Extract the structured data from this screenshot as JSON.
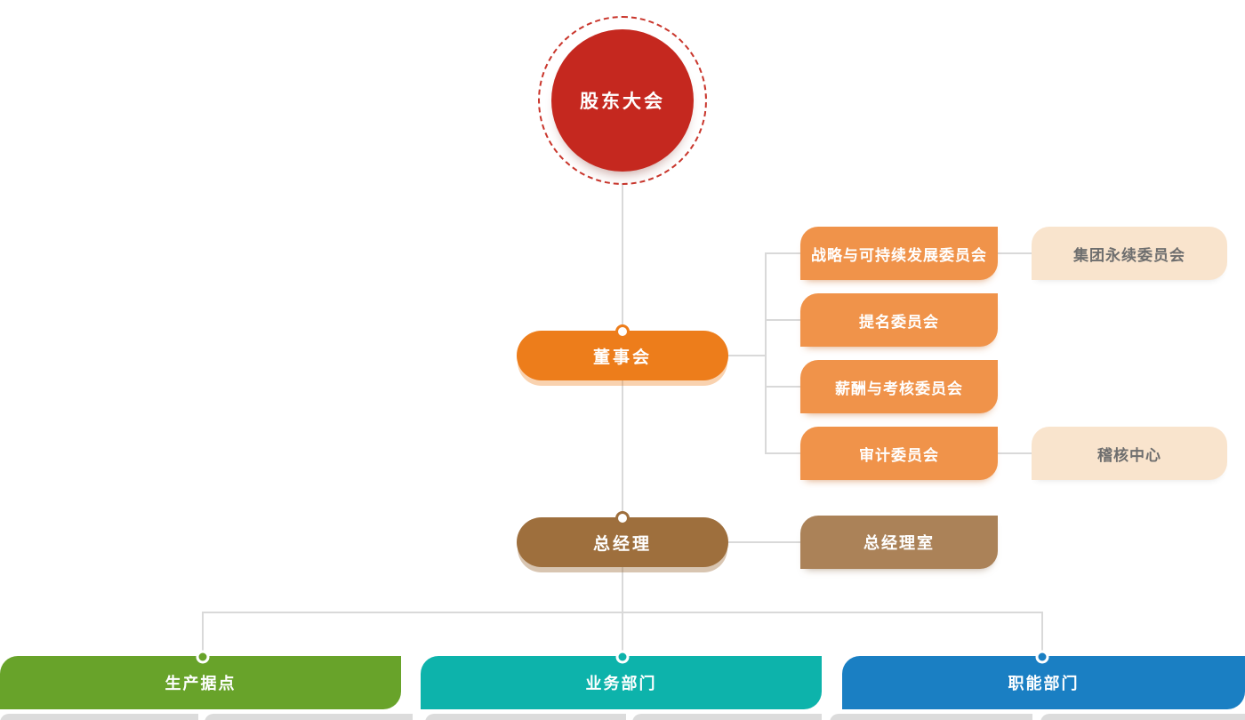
{
  "diagram": {
    "nodes": {
      "shareholders": {
        "label": "股东大会"
      },
      "board": {
        "label": "董事会"
      },
      "committees": [
        {
          "label": "战略与可持续发展委员会"
        },
        {
          "label": "提名委员会"
        },
        {
          "label": "薪酬与考核委员会"
        },
        {
          "label": "审计委员会"
        }
      ],
      "aux_bodies": [
        {
          "label": "集团永续委员会"
        },
        {
          "label": "稽核中心"
        }
      ],
      "general_manager": {
        "label": "总经理"
      },
      "gm_office": {
        "label": "总经理室"
      },
      "departments": [
        {
          "label": "生产据点",
          "color": "#68a32a"
        },
        {
          "label": "业务部门",
          "color": "#0db3ab"
        },
        {
          "label": "职能部门",
          "color": "#1a7fc3"
        }
      ]
    },
    "colors": {
      "shareholders_red": "#c5281f",
      "ring_red": "#c9352b",
      "board_orange": "#ed7d1b",
      "committee_orange": "#f0934a",
      "aux_beige": "#f9e4cd",
      "aux_text": "#6e6e6e",
      "gm_brown": "#9e6f3d",
      "gm_office_brown": "#ab8258",
      "dept_green": "#68a32a",
      "dept_teal": "#0db3ab",
      "dept_blue": "#1a7fc3",
      "connector_gray": "#d9d9d9"
    }
  }
}
